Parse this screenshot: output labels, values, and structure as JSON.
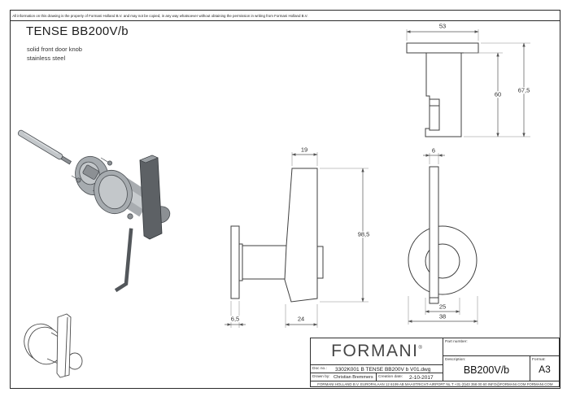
{
  "page": {
    "disclaimer": "All information on this drawing is the property of Formani Holland B.V. and may not be copied, in any way whatsoever without obtaining the permission in writing from Formani Holland B.V.",
    "title": "TENSE BB200V/b",
    "subtitle_line1": "solid front door knob",
    "subtitle_line2": "stainless steel"
  },
  "dimensions": {
    "top_view_width": "53",
    "top_view_height_body": "60",
    "top_view_height_total": "67,5",
    "side_view_top_width": "19",
    "side_view_height": "98,5",
    "side_view_rose_thickness": "6,5",
    "side_view_bottom_width": "24",
    "front_view_blade_width": "6",
    "front_view_neck_diameter": "25",
    "front_view_rose_diameter": "38"
  },
  "title_block": {
    "brand": "FORMANI",
    "brand_mark": "®",
    "doc_no_label": "Doc no.:",
    "doc_no_value": "3302K001 B TENSE BB200V b V01.dwg",
    "drawn_by_label": "Drawn by:",
    "drawn_by_value": "Christian Bremmers",
    "creation_date_label": "Creation date:",
    "creation_date_value": "2-10-2017",
    "part_number_label": "Part number:",
    "part_number_value": "",
    "description_label": "Description:",
    "description_value": "BB200V/b",
    "format_label": "Format:",
    "format_value": "A3",
    "address": "FORMANI HOLLAND B.V.   EUROPALAAN 12   6199 AB MAASTRICHT-AIRPORT NL   T +31 (0)43 358 00 60 INFO@FORMANI.COM FORMANI.COM"
  },
  "colors": {
    "line": "#3f3f3f",
    "dim_line": "#555555",
    "metal_light": "#c3c7ca",
    "metal_mid": "#a6abaf",
    "metal_dark": "#5d6165",
    "text": "#2b2b2b"
  }
}
